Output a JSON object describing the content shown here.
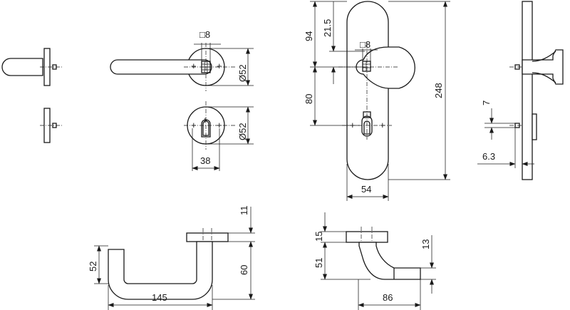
{
  "dimensions": {
    "rose_square": "□8",
    "rose_dia_handle": "Ø52",
    "rose_dia_cylinder": "Ø52",
    "rose_width": "38",
    "plate_top_94": "94",
    "plate_top_21_5": "21.5",
    "plate_square": "□8",
    "plate_spacing": "80",
    "plate_height": "248",
    "plate_width": "54",
    "side_7": "7",
    "side_6_3": "6.3",
    "handle_thickness": "11",
    "handle_depth_52": "52",
    "handle_height_60": "60",
    "handle_length": "145",
    "knob_15": "15",
    "knob_51": "51",
    "knob_13": "13",
    "knob_length": "86"
  },
  "colors": {
    "line": "#1a1a1a",
    "background": "#ffffff"
  }
}
